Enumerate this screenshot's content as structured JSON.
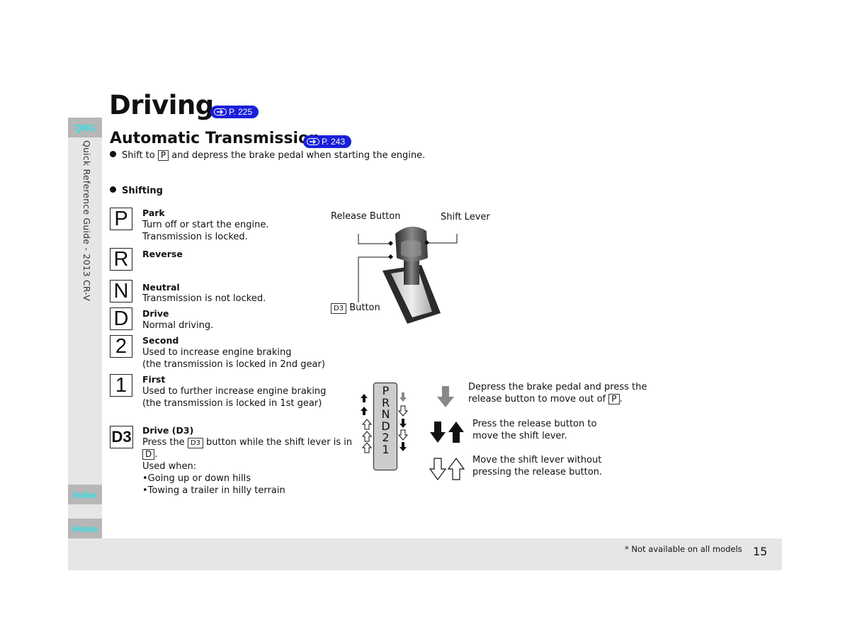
{
  "sidebar": {
    "qrg_tab": "QRG",
    "vertical_title": "Quick Reference Guide - 2013 CR-V",
    "index_tab": "Index",
    "home_tab": "Home"
  },
  "header": {
    "title": "Driving",
    "title_ref": "P. 225",
    "subtitle": "Automatic Transmission",
    "subtitle_ref": "P. 243"
  },
  "intro": {
    "prefix": "Shift to",
    "gear": "P",
    "suffix": "and depress the brake pedal when starting the engine."
  },
  "shifting_heading": "Shifting",
  "gears": [
    {
      "symbol": "P",
      "name": "Park",
      "lines": [
        "Turn off or start the engine.",
        "Transmission is locked."
      ]
    },
    {
      "symbol": "R",
      "name": "Reverse",
      "lines": []
    },
    {
      "symbol": "N",
      "name": "Neutral",
      "lines": [
        "Transmission is not locked."
      ]
    },
    {
      "symbol": "D",
      "name": "Drive",
      "lines": [
        "Normal driving."
      ]
    },
    {
      "symbol": "2",
      "name": "Second",
      "lines": [
        "Used to increase engine braking",
        "(the transmission is locked in 2nd gear)"
      ]
    },
    {
      "symbol": "1",
      "name": "First",
      "lines": [
        "Used to further increase engine braking",
        "(the transmission is locked in 1st gear)"
      ]
    },
    {
      "symbol": "D3",
      "name": "Drive (D3)",
      "press": "Press the",
      "button": "D3",
      "after": "button while the shift lever is in",
      "gear": "D",
      "used_when": "Used when:",
      "uses": [
        "•Going up or down hills",
        "•Towing a trailer in hilly terrain"
      ]
    }
  ],
  "callouts": {
    "release_button": "Release Button",
    "shift_lever": "Shift Lever",
    "d3_box": "D3",
    "d3_button": "Button"
  },
  "gate": {
    "letters": [
      "P",
      "R",
      "N",
      "D",
      "2",
      "1"
    ]
  },
  "legend": [
    {
      "icon": "gray-down-arrow-icon",
      "lines": [
        "Depress the brake pedal and press the",
        "release button to move out of"
      ],
      "gear": "P"
    },
    {
      "icon": "black-up-down-arrows-icon",
      "lines": [
        "Press the release button to",
        "move the shift lever."
      ]
    },
    {
      "icon": "outline-up-down-arrows-icon",
      "lines": [
        "Move the shift lever without",
        "pressing the release button."
      ]
    }
  ],
  "footer": {
    "footnote": "* Not available on all models",
    "page_number": "15"
  }
}
